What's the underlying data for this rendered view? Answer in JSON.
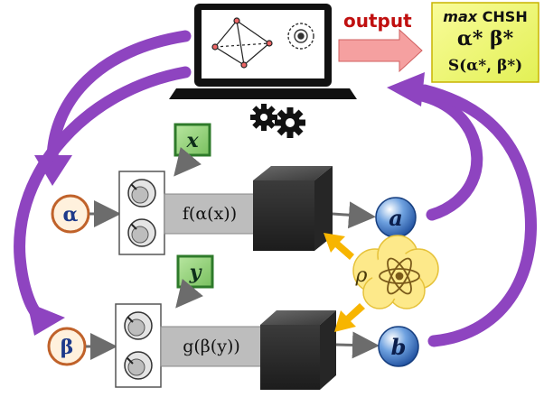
{
  "output_label": "output",
  "result": {
    "line1_italic": "max",
    "line1_rest": "CHSH",
    "line2": "α* β*",
    "line3": "S(α*, β*)"
  },
  "inputs": {
    "x": "x",
    "y": "y"
  },
  "params": {
    "alpha": "α",
    "beta": "β"
  },
  "functions": {
    "f": "f(α(x))",
    "g": "g(β(y))"
  },
  "outcomes": {
    "a": "a",
    "b": "b"
  },
  "source": {
    "rho": "ρ"
  },
  "colors": {
    "purple_arrow": "#8e44c0",
    "output_arrow": "#f5a0a0",
    "result_box": "#eaf76a",
    "result_border": "#c8b400",
    "input_box": "#4aa043",
    "param_circle_fill": "#fff1dd",
    "param_circle_border": "#c0622a",
    "param_text": "#1d3a8a",
    "outcome_circle": "#2f6fc4",
    "yellow_arrow": "#f7b500",
    "cloud": "#fde98a",
    "output_text": "#c01010"
  }
}
